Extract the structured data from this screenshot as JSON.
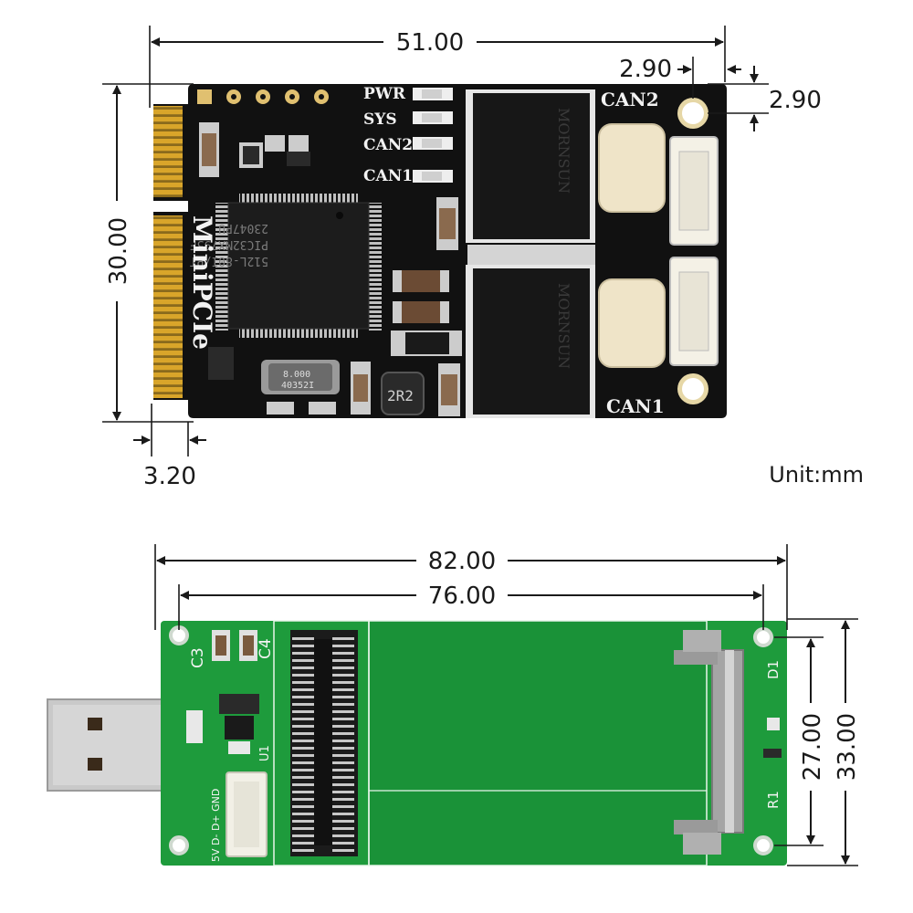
{
  "unit_label": "Unit:mm",
  "top_board": {
    "dims": {
      "width": "51.00",
      "hole_x": "2.90",
      "hole_y": "2.90",
      "height": "30.00",
      "edge": "3.20"
    },
    "silkscreen": {
      "pwr": "PWR",
      "sys": "SYS",
      "can2_led": "CAN2",
      "can1_led": "CAN1",
      "can2_port": "CAN2",
      "can1_port": "CAN1",
      "board_name": "MiniPCIe",
      "inductor": "2R2",
      "mcu_line1": "PIC32MX795F",
      "mcu_line2": "512L-80I/PT",
      "mcu_line3": "23047PU",
      "crystal_line1": "8.000",
      "crystal_line2": "40352I",
      "module_brand": "MORNSUN"
    },
    "colors": {
      "pcb": "#111111",
      "gold": "#d9a52a",
      "silk": "#f2f2f2"
    }
  },
  "bottom_board": {
    "dims": {
      "width": "82.00",
      "hole_span": "76.00",
      "hole_height": "27.00",
      "height": "33.00"
    },
    "silkscreen": {
      "c3": "C3",
      "c4": "C4",
      "d1": "D1",
      "r1": "R1",
      "u1": "U1",
      "pins": "5V D- D+ GND"
    },
    "colors": {
      "pcb": "#1e9b3c",
      "usb": "#c9c9c9"
    }
  }
}
